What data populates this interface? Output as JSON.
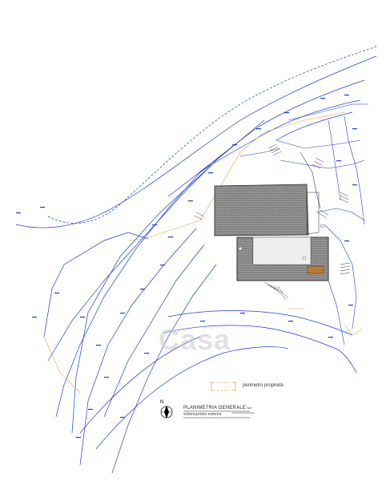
{
  "drawing": {
    "title": "PLANIMETRIA GENERALE",
    "title_scale": "scl",
    "subtitle": "sistemazione esterna",
    "legend_label": "perimetro proprietà",
    "north_label": "N",
    "watermark": "Casa"
  },
  "colors": {
    "survey_lines": "#1a3fd6",
    "boundary": "#e8a03a",
    "building_roof": "#8c8c8c",
    "building_outline": "#222222",
    "stairs": "#333333",
    "terrace": "#b87a3a"
  }
}
